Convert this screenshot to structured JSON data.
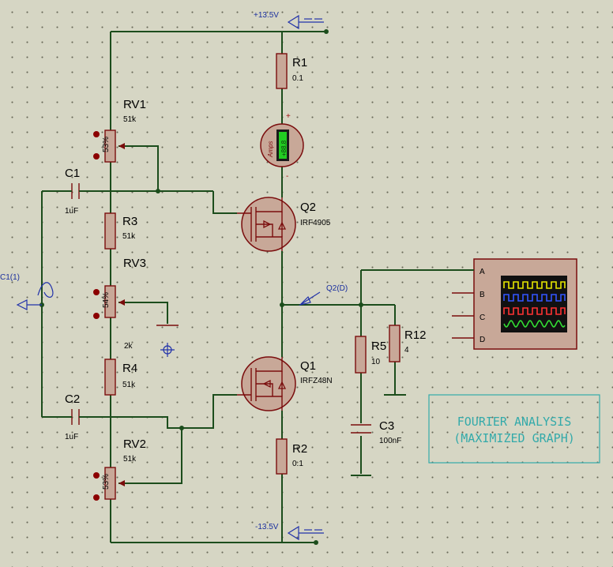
{
  "rails": {
    "positive": "+13.5V",
    "negative": "-13.5V"
  },
  "components": {
    "R1": {
      "ref": "R1",
      "value": "0.1"
    },
    "R2": {
      "ref": "R2",
      "value": "0.1"
    },
    "R3": {
      "ref": "R3",
      "value": "51k"
    },
    "R4": {
      "ref": "R4",
      "value": "51k"
    },
    "R5": {
      "ref": "R5",
      "value": "10"
    },
    "R12": {
      "ref": "R12",
      "value": "4"
    },
    "RV1": {
      "ref": "RV1",
      "value": "51k",
      "pot_label": "53%"
    },
    "RV2": {
      "ref": "RV2",
      "value": "51k",
      "pot_label": "53%"
    },
    "RV3": {
      "ref": "RV3",
      "value": "2k",
      "pot_label": "54%"
    },
    "C1": {
      "ref": "C1",
      "value": "1uF"
    },
    "C2": {
      "ref": "C2",
      "value": "1uF"
    },
    "C3": {
      "ref": "C3",
      "value": "100nF"
    },
    "Q1": {
      "ref": "Q1",
      "value": "IRFZ48N"
    },
    "Q2": {
      "ref": "Q2",
      "value": "IRF4905"
    }
  },
  "ammeter": {
    "label": "Amps",
    "reading": "+88.8",
    "plus": "+",
    "minus": "-"
  },
  "probes": {
    "input": "C1(1)",
    "output": "Q2(D)"
  },
  "oscilloscope": {
    "channels": [
      "A",
      "B",
      "C",
      "D"
    ],
    "trace_colors": [
      "#e8e800",
      "#3355ff",
      "#ff3333",
      "#33dd33"
    ]
  },
  "annotation": {
    "line1": "FOURIER ANALYSIS",
    "line2": "(MAXIMIZED GRAPH)"
  }
}
